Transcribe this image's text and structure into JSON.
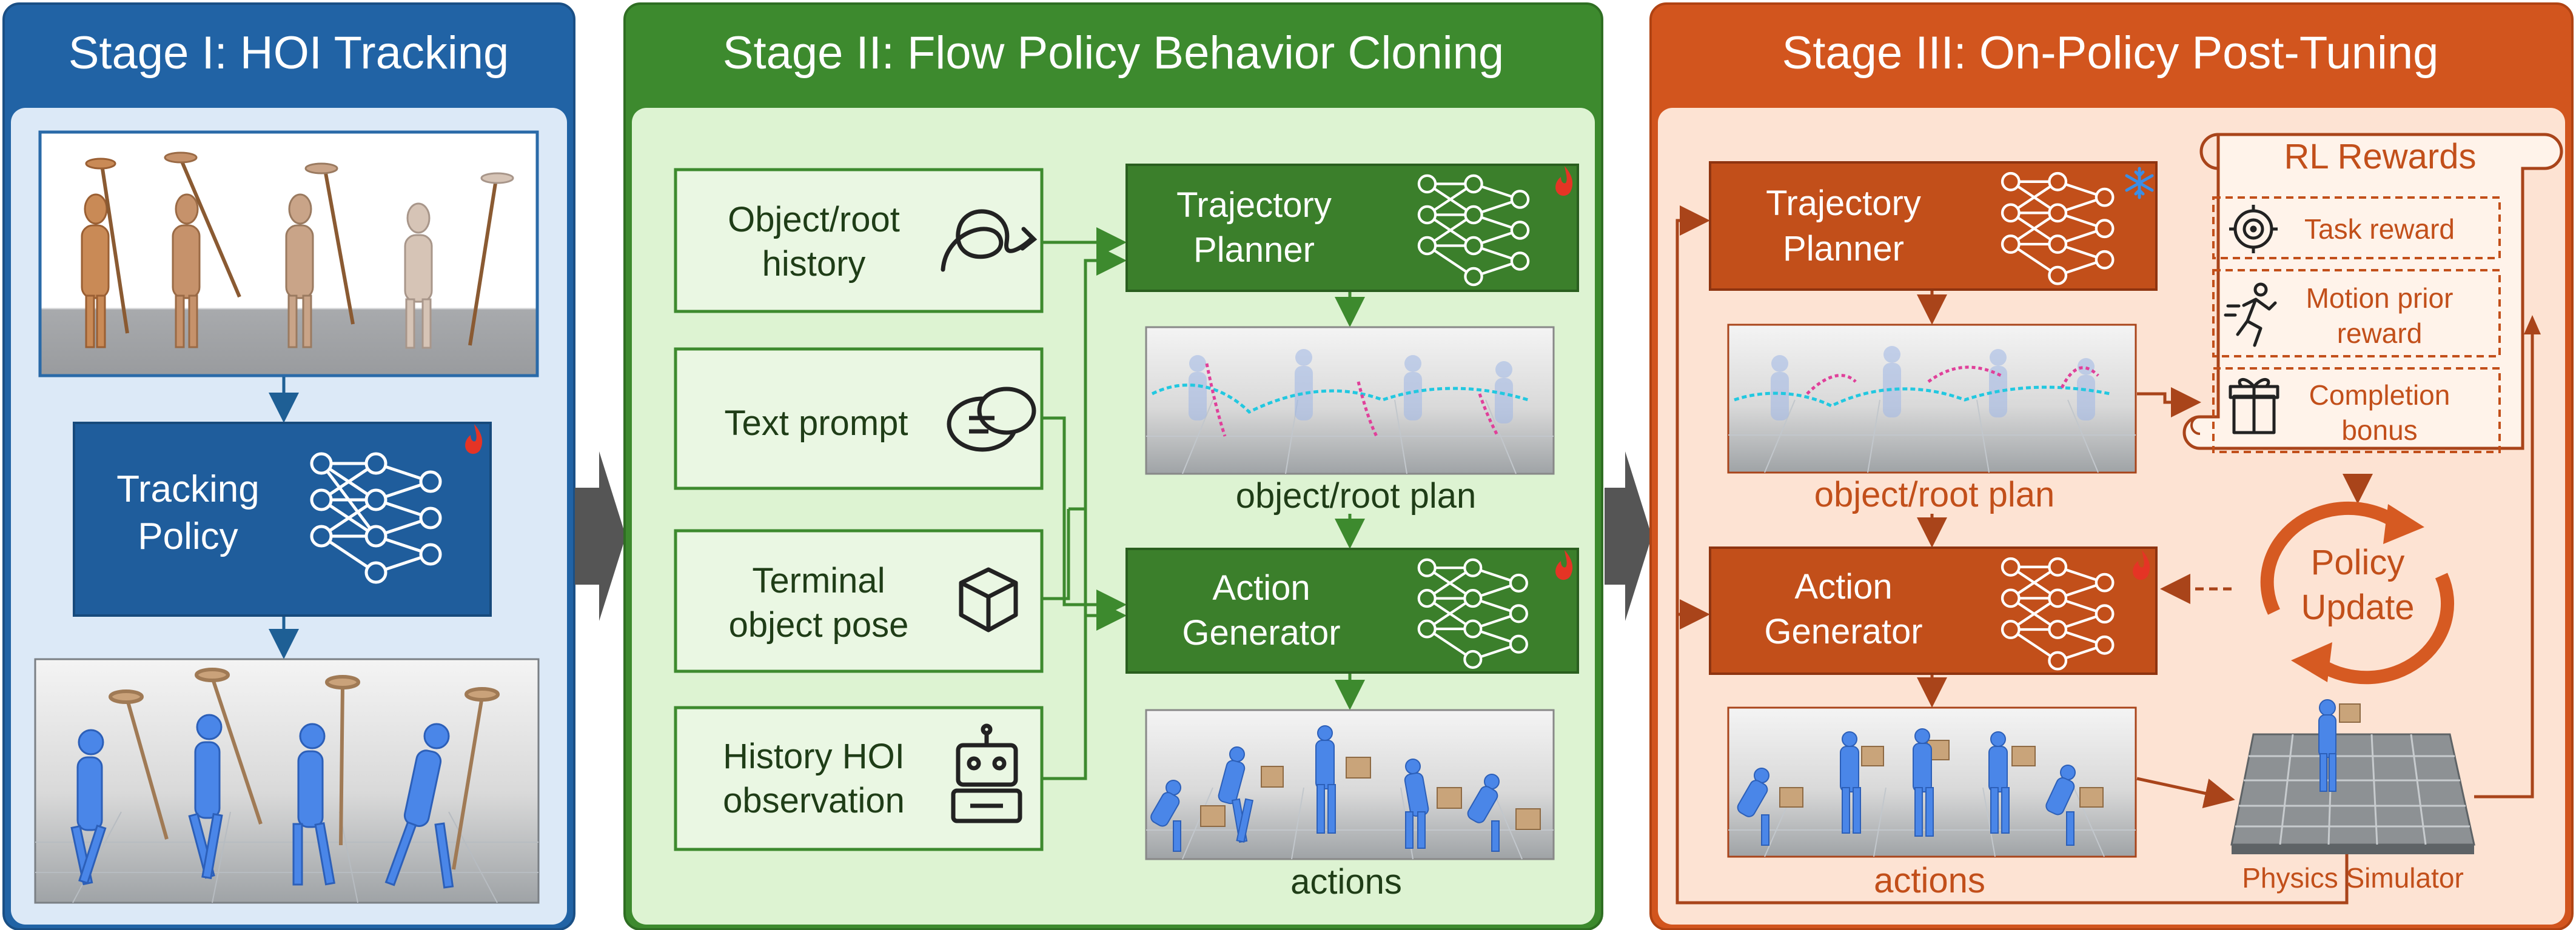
{
  "stage1": {
    "title": "Stage I: HOI Tracking",
    "policy_line1": "Tracking",
    "policy_line2": "Policy"
  },
  "stage2": {
    "title": "Stage II: Flow Policy Behavior Cloning",
    "inputs": {
      "obj_root_1": "Object/root",
      "obj_root_2": "history",
      "text_prompt": "Text prompt",
      "terminal_1": "Terminal",
      "terminal_2": "object pose",
      "history_1": "History HOI",
      "history_2": "observation"
    },
    "planner_1": "Trajectory",
    "planner_2": "Planner",
    "plan_caption": "object/root plan",
    "generator_1": "Action",
    "generator_2": "Generator",
    "actions_caption": "actions"
  },
  "stage3": {
    "title": "Stage III: On-Policy Post-Tuning",
    "planner_1": "Trajectory",
    "planner_2": "Planner",
    "plan_caption": "object/root plan",
    "generator_1": "Action",
    "generator_2": "Generator",
    "actions_caption": "actions",
    "rewards_title": "RL Rewards",
    "task_reward": "Task reward",
    "motion_1": "Motion prior",
    "motion_2": "reward",
    "completion_1": "Completion",
    "completion_2": "bonus",
    "update_1": "Policy",
    "update_2": "Update",
    "simulator": "Physics Simulator"
  },
  "colors": {
    "stage1_header": "#2163a5",
    "stage1_bg": "#dce9f7",
    "stage2_header": "#3d8a2e",
    "stage2_bg": "#ddf3d2",
    "stage3_header": "#d2551e",
    "stage3_bg": "#fde3d3",
    "arrow_gray": "#555555"
  },
  "icons": {
    "trainable": "flame-icon",
    "frozen": "snowflake-icon"
  }
}
